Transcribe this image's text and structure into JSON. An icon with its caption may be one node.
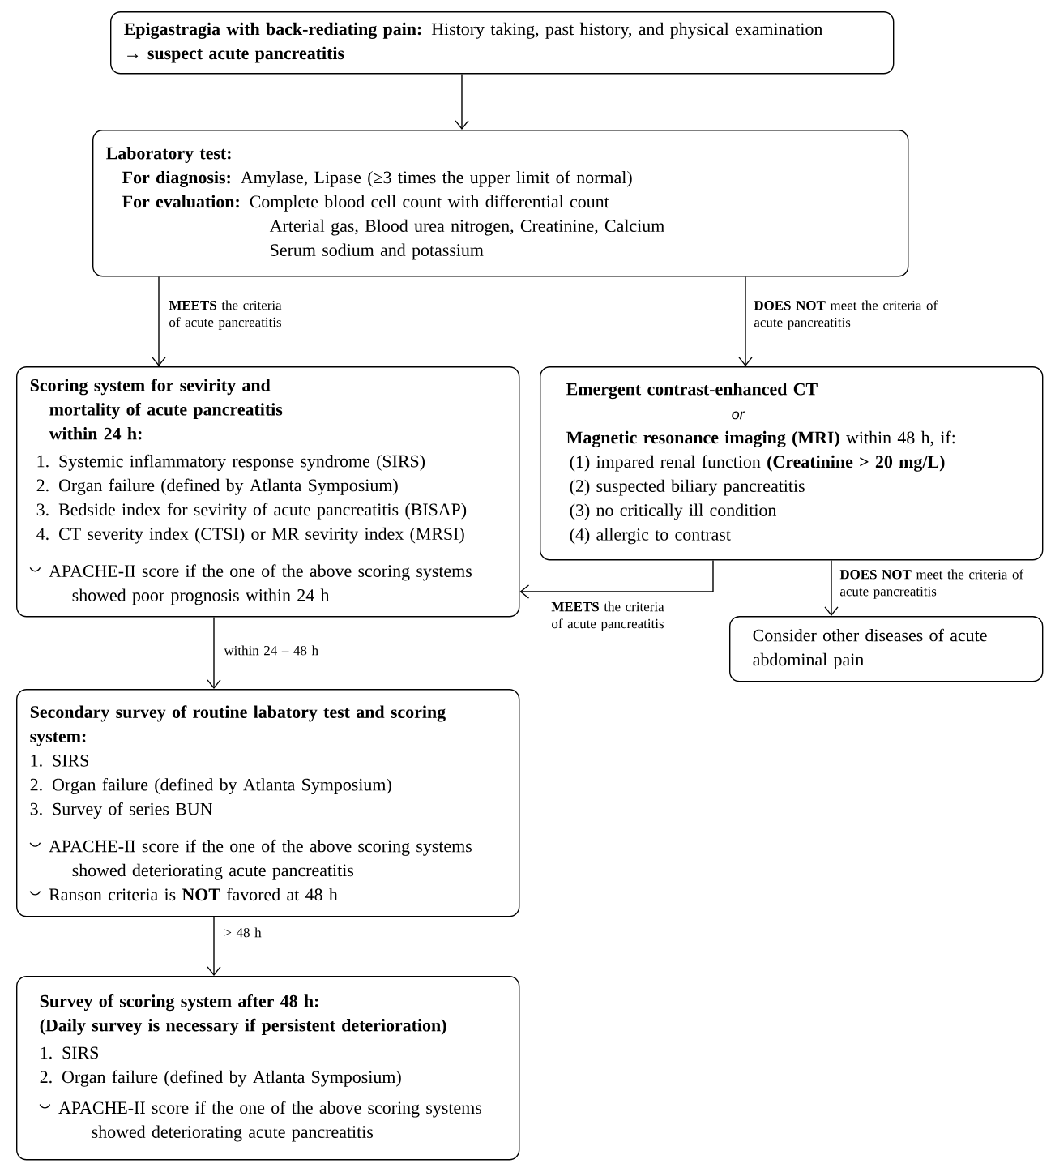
{
  "diagram": {
    "nodes": [
      {
        "text": [
          "**Epigastragia with back-rediating pain:** History taking, past history, and physical examination",
          "→ suspect acute pancreatitis"
        ]
      },
      {
        "text": [
          "Laboratory test:",
          "**For diagnosis:** Amylase, Lipase (≥3 times the upper limit of normal)",
          "**For evaluation:** Complete blood cell count with differential count",
          "Arterial gas, Blood urea nitrogen, Creatinine, Calcium",
          "Serum sodium and potassium"
        ]
      },
      {
        "text": [
          "Scoring system for sevirity and mortality of acute pancreatitis within 24 h:",
          "1. Systemic inflammatory response syndrome (SIRS)",
          "2. Organ failure (defined by Atlanta Symposium)",
          "3. Bedside index for sevirity of acute pancreatitis (BISAP)",
          "4. CT severity index (CTSI) or MR sevirity index (MRSI)",
          "APACHE-II score if the one of the above scoring systems showed poor prognosis within 24 h"
        ]
      },
      {
        "text": [
          "Emergent contrast-enhanced CT",
          "or",
          "**Magnetic resonance imaging (MRI)** within 48 h, if:",
          "(1) impared renal function **(Creatinine > 20 mg/L)**",
          "(2) suspected biliary pancreatitis",
          "(3) no critically ill condition",
          "(4) allergic to contrast"
        ]
      },
      {
        "text": [
          "Consider other diseases of acute abdominal pain"
        ]
      },
      {
        "text": [
          "Secondary survey of routine labatory test and scoring system:",
          "1. SIRS",
          "2. Organ failure (defined by Atlanta Symposium)",
          "3. Survey of series BUN",
          "APACHE-II score if the one of the above scoring systems showed deteriorating acute pancreatitis",
          "Ranson criteria is **NOT** favored at 48 h"
        ]
      },
      {
        "text": [
          "Survey of scoring system after 48 h:",
          "(Daily survey is necessary if persistent deterioration)",
          "1. SIRS",
          "2. Organ failure (defined by Atlanta Symposium)",
          "APACHE-II score if the one of the above scoring systems showed deteriorating acute pancreatitis"
        ]
      }
    ],
    "edges": [
      {
        "from": 0,
        "to": 1,
        "arrow": "to"
      },
      {
        "from": 1,
        "to": 2,
        "arrow": "to",
        "label": "**MEETS** the criteria of acute pancreatitis"
      },
      {
        "from": 1,
        "to": 3,
        "arrow": "to",
        "label": "**DOES NOT** meet the criteria of acute pancreatitis"
      },
      {
        "from": 3,
        "to": 2,
        "arrow": "to",
        "label": "**MEETS** the criteria of acute pancreatitis"
      },
      {
        "from": 3,
        "to": 4,
        "arrow": "to",
        "label": "**DOES NOT** meet the criteria of acute pancreatitis"
      },
      {
        "from": 2,
        "to": 5,
        "arrow": "to",
        "label": "within 24 – 48 h"
      },
      {
        "from": 5,
        "to": 6,
        "arrow": "to",
        "label": "> 48 h"
      }
    ]
  }
}
